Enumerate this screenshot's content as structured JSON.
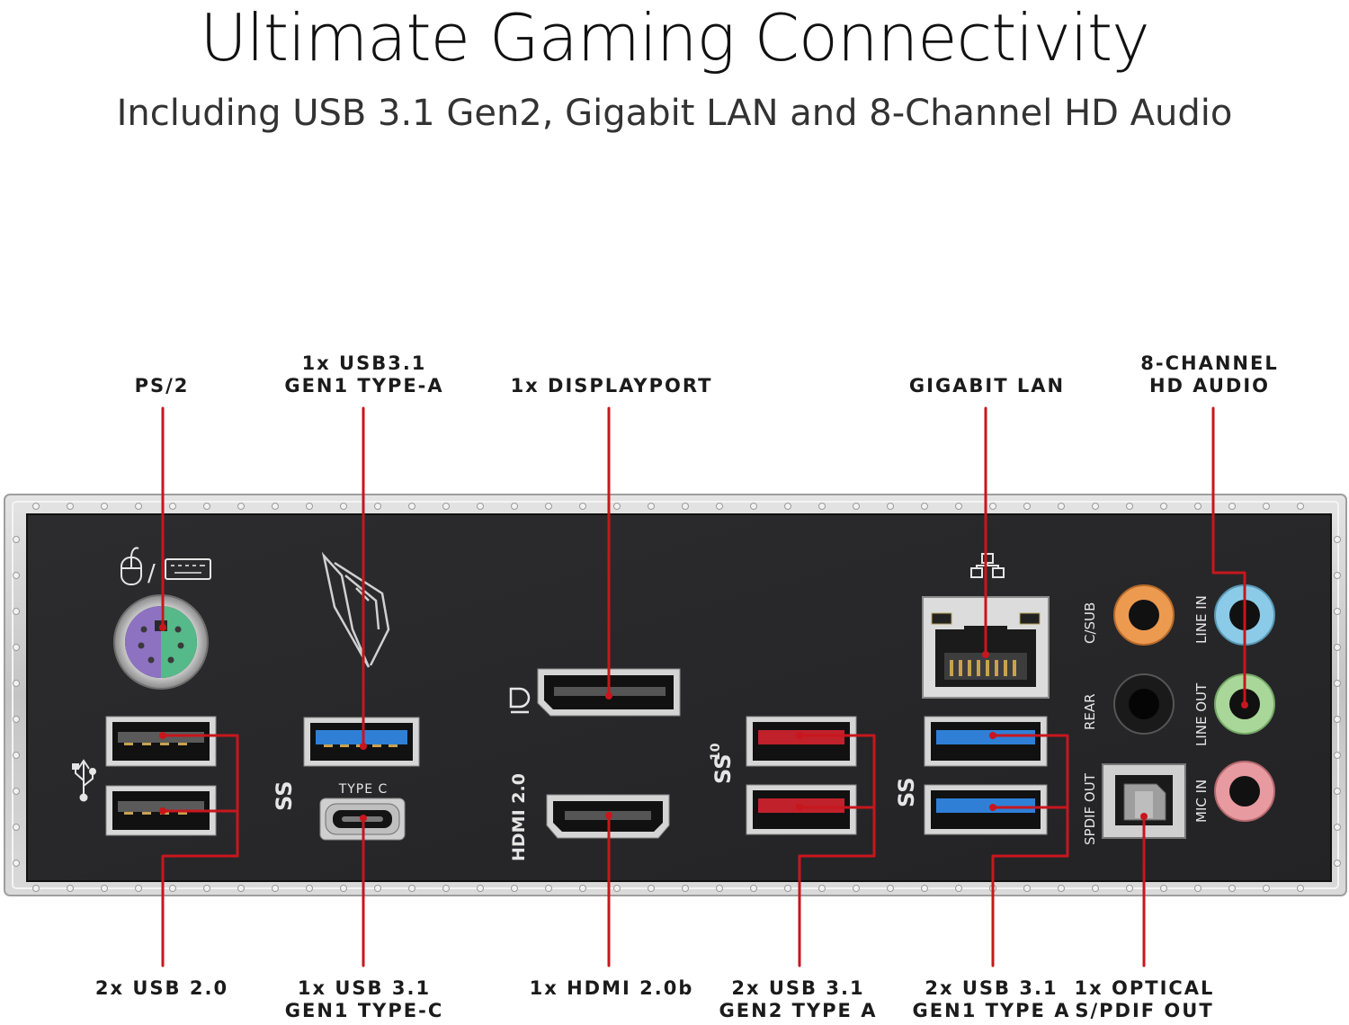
{
  "heading": {
    "title": "Ultimate Gaming Connectivity",
    "subtitle": "Including USB 3.1 Gen2, Gigabit LAN and 8-Channel HD Audio"
  },
  "colors": {
    "leader_line": "#c8161d",
    "plate": "#2a2a2c",
    "frame": "#c9c9c9",
    "usb3_blue": "#2f7fd6",
    "usb31_gen2_red": "#c0212b",
    "audio_orange": "#ec9a50",
    "audio_blue": "#8ccbe8",
    "audio_green": "#a9d79a",
    "audio_pink": "#e79a9f",
    "ps2_purple": "#8e72c2",
    "ps2_green": "#55b98a"
  },
  "top_labels": [
    {
      "id": "ps2",
      "lines": [
        "PS/2"
      ]
    },
    {
      "id": "usb31-gen1-type-a",
      "lines": [
        "1x USB3.1",
        "GEN1 TYPE-A"
      ]
    },
    {
      "id": "displayport",
      "lines": [
        "1x DISPLAYPORT"
      ]
    },
    {
      "id": "gigabit-lan",
      "lines": [
        "GIGABIT LAN"
      ]
    },
    {
      "id": "hd-audio",
      "lines": [
        "8-CHANNEL",
        "HD AUDIO"
      ]
    }
  ],
  "bottom_labels": [
    {
      "id": "usb20",
      "lines": [
        "2x USB 2.0"
      ]
    },
    {
      "id": "usb31-type-c",
      "lines": [
        "1x USB 3.1",
        "GEN1 TYPE-C"
      ]
    },
    {
      "id": "hdmi",
      "lines": [
        "1x HDMI 2.0b"
      ]
    },
    {
      "id": "usb31-gen2",
      "lines": [
        "2x USB 3.1",
        "GEN2 TYPE A"
      ]
    },
    {
      "id": "usb31-gen1",
      "lines": [
        "2x USB 3.1",
        "GEN1 TYPE A"
      ]
    },
    {
      "id": "spdif",
      "lines": [
        "1x OPTICAL",
        "S/PDIF OUT"
      ]
    }
  ],
  "panel_text": {
    "type_c": "TYPE C",
    "hdmi_print": "HDMI 2.0",
    "ss_mark": "SS",
    "ss10_superscript": "10",
    "ps2_divider": "/",
    "c_sub": "C/SUB",
    "rear": "REAR",
    "spdif_out": "SPDIF OUT",
    "line_in": "LINE IN",
    "line_out": "LINE OUT",
    "mic_in": "MIC IN"
  },
  "icons": [
    "mouse-icon",
    "keyboard-icon",
    "usb-icon",
    "displayport-icon",
    "network-icon",
    "rog-logo-icon"
  ]
}
